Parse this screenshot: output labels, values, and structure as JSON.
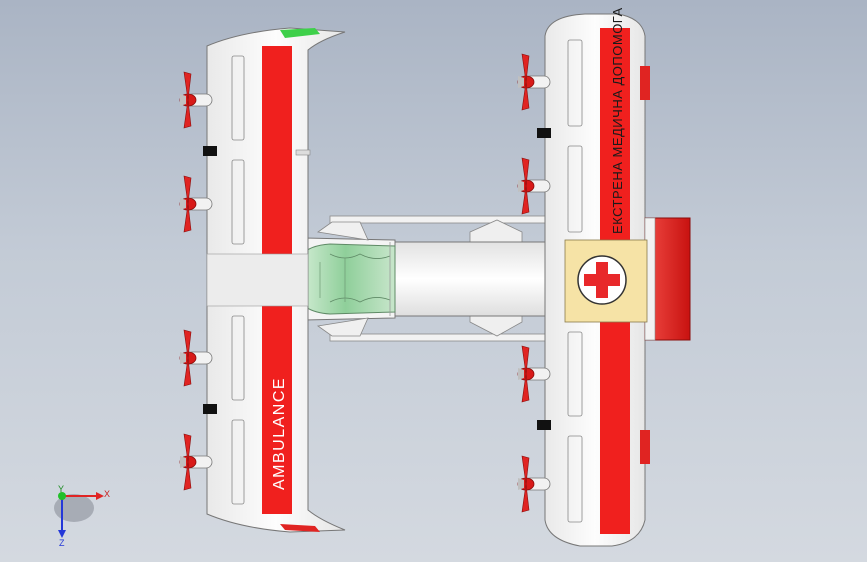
{
  "model": {
    "front_wing_label": "AMBULANCE",
    "rear_wing_label": "ЕКСТРЕНА МЕДИЧНА ДОПОМОГА",
    "colors": {
      "body": "#f7f7f7",
      "stripe": "#f0201e",
      "cross": "#e8282a",
      "cross_panel": "#f6e3a6",
      "canopy": "#9fd3a6",
      "background": "#b9c2cf"
    }
  },
  "triad": {
    "x_label": "X",
    "y_label": "Y",
    "z_label": "Z"
  }
}
